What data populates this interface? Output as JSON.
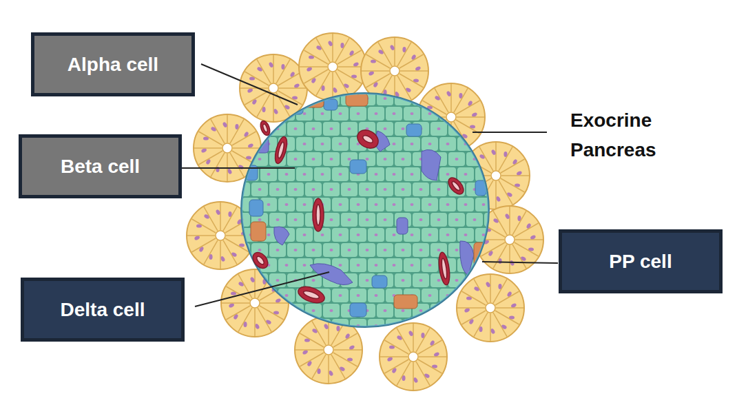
{
  "diagram": {
    "nodes": [
      {
        "text": [
          "Alpha cell"
        ]
      },
      {
        "text": [
          "Beta cell"
        ]
      },
      {
        "text": [
          "PP cell"
        ]
      },
      {
        "text": [
          "Delta cell"
        ]
      }
    ],
    "labels": [
      "Exocrine Pancreas"
    ]
  }
}
